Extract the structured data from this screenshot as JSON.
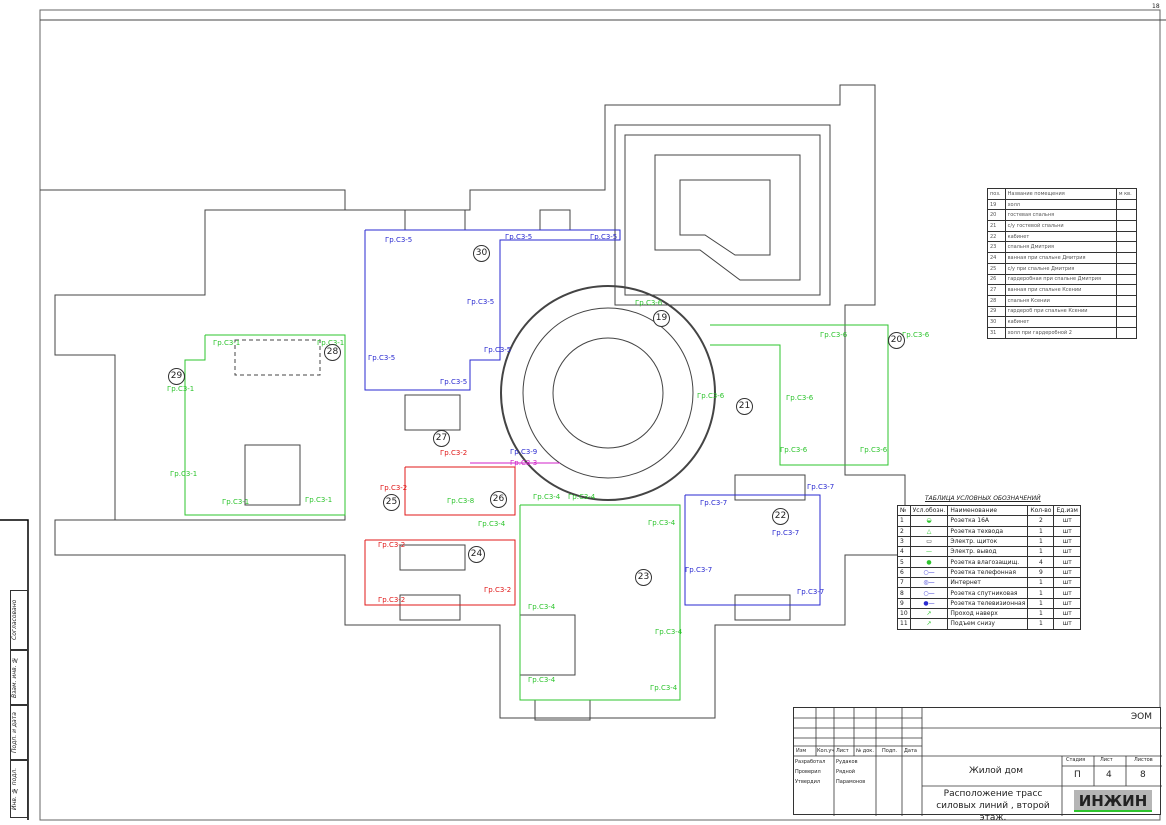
{
  "sheet_corner": "18",
  "rooms": [
    "19",
    "20",
    "21",
    "22",
    "23",
    "24",
    "25",
    "26",
    "27",
    "28",
    "29",
    "30"
  ],
  "circuits": {
    "c35": "Гр.С3-5",
    "c37": "Гр.С3-7",
    "c36": "Гр.С3-6",
    "c31": "Гр.С3-1",
    "c34": "Гр.С3-4",
    "c38": "Гр.С3-8",
    "c32": "Гр.С3-2",
    "c33": "Гр.С3-3",
    "c39": "Гр.С3-9"
  },
  "room_table": {
    "headers": [
      "поз.",
      "Название помещения",
      "м кв."
    ],
    "rows": [
      [
        "19",
        "холл"
      ],
      [
        "20",
        "гостевая спальня"
      ],
      [
        "21",
        "с/у гостевой спальни"
      ],
      [
        "22",
        "кабинет"
      ],
      [
        "23",
        "спальня Дмитрия"
      ],
      [
        "24",
        "ванная при спальне Дмитрия"
      ],
      [
        "25",
        "с/у при спальне Дмитрия"
      ],
      [
        "26",
        "гардеробная при спальне Дмитрия"
      ],
      [
        "27",
        "ванная при спальне Ксении"
      ],
      [
        "28",
        "спальня Ксении"
      ],
      [
        "29",
        "гардероб при спальне Ксении"
      ],
      [
        "30",
        "кабинет"
      ],
      [
        "31",
        "холл при гардеробной 2"
      ]
    ]
  },
  "legend": {
    "title": "ТАБЛИЦА УСЛОВНЫХ ОБОЗНАЧЕНИЙ",
    "headers": [
      "№",
      "Усл.обозн.",
      "Наименование",
      "Кол-во",
      "Ед.изм"
    ],
    "rows": [
      [
        "1",
        "Розетка 16А",
        "2",
        "шт"
      ],
      [
        "2",
        "Розетка техвода",
        "1",
        "шт"
      ],
      [
        "3",
        "Электр. щиток",
        "1",
        "шт"
      ],
      [
        "4",
        "Электр. вывод",
        "1",
        "шт"
      ],
      [
        "5",
        "Розетка влагозащищ.",
        "4",
        "шт"
      ],
      [
        "6",
        "Розетка телефонная",
        "9",
        "шт"
      ],
      [
        "7",
        "Интернет",
        "1",
        "шт"
      ],
      [
        "8",
        "Розетка спутниковая",
        "1",
        "шт"
      ],
      [
        "9",
        "Розетка телевизионная",
        "1",
        "шт"
      ],
      [
        "10",
        "Проход наверх",
        "1",
        "шт"
      ],
      [
        "11",
        "Подъем снизу",
        "1",
        "шт"
      ]
    ]
  },
  "title_block": {
    "code": "ЭОМ",
    "cols": [
      "Изм",
      "Кол.уч",
      "Лист",
      "№ док.",
      "Подп.",
      "Дата"
    ],
    "roles": [
      [
        "Разработал",
        "Рудаков"
      ],
      [
        "Проверил",
        "Рядной"
      ],
      [
        "Утвердил",
        "Парамонов"
      ]
    ],
    "object": "Жилой дом",
    "stage_h": "Стадия",
    "sheet_h": "Лист",
    "sheets_h": "Листов",
    "stage": "П",
    "sheet": "4",
    "sheets": "8",
    "drawing": "Расположение трасс силовых линий , второй этаж.",
    "logo": "ИНЖИН"
  },
  "side_stamp": [
    "Согласовано",
    "Взам. инв. №",
    "Подп. и дата",
    "Инв. № подл."
  ]
}
